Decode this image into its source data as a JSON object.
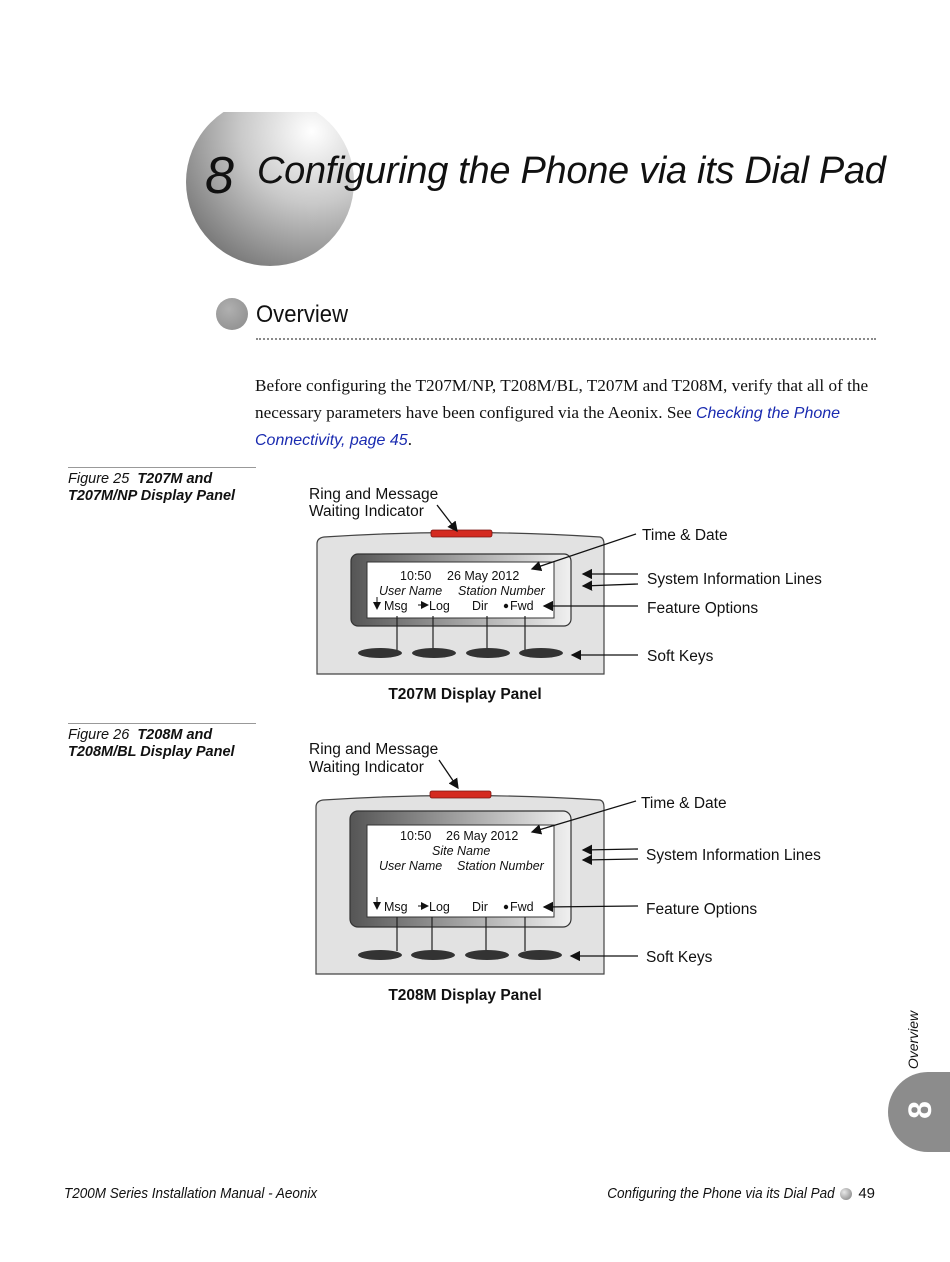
{
  "chapter": {
    "number": "8",
    "title": "Configuring the Phone via its Dial Pad"
  },
  "section": {
    "title": "Overview"
  },
  "intro": {
    "text_before_link": "Before configuring the T207M/NP, T208M/BL, T207M and T208M, verify that all of the necessary parameters have been configured via the Aeonix. See ",
    "link_text": "Checking the Phone Connectivity, page 45",
    "text_after_link": "."
  },
  "figures": [
    {
      "caption_number": "Figure 25",
      "caption_title": "T207M and T207M/NP Display Panel",
      "panel_title": "T207M Display Panel",
      "callouts": {
        "ring_line1": "Ring and Message",
        "ring_line2": "Waiting Indicator",
        "time_date": "Time & Date",
        "system_info": "System Information Lines",
        "feature_options": "Feature Options",
        "soft_keys": "Soft Keys"
      },
      "screen": {
        "time": "10:50",
        "date": "26 May  2012",
        "line_user": "User Name",
        "line_station": "Station Number",
        "soft_msg": "Msg",
        "soft_log": "Log",
        "soft_dir": "Dir",
        "soft_fwd": "Fwd"
      }
    },
    {
      "caption_number": "Figure 26",
      "caption_title": "T208M and T208M/BL Display Panel",
      "panel_title": "T208M Display Panel",
      "callouts": {
        "ring_line1": "Ring and Message",
        "ring_line2": "Waiting Indicator",
        "time_date": "Time & Date",
        "system_info": "System Information Lines",
        "feature_options": "Feature Options",
        "soft_keys": "Soft Keys"
      },
      "screen": {
        "time": "10:50",
        "date": "26 May  2012",
        "site": "Site Name",
        "line_user": "User Name",
        "line_station": "Station Number",
        "soft_msg": "Msg",
        "soft_log": "Log",
        "soft_dir": "Dir",
        "soft_fwd": "Fwd"
      }
    }
  ],
  "side_tab": {
    "label": "Overview",
    "number": "8"
  },
  "footer": {
    "left": "T200M Series Installation Manual -  Aeonix",
    "right": "Configuring the Phone via its Dial Pad",
    "page": "49"
  },
  "colors": {
    "led": "#d42a20",
    "link": "#1a2bb0",
    "side_tab": "#8c8c8c"
  }
}
